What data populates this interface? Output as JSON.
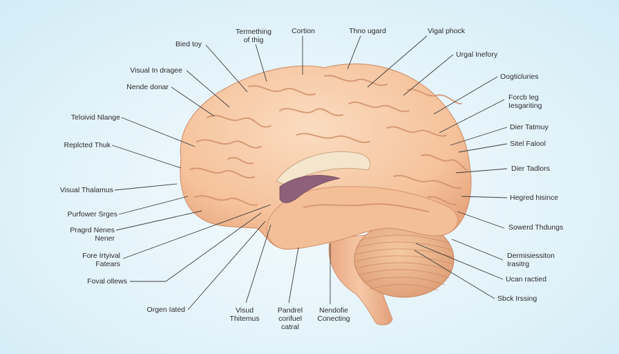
{
  "labels": {
    "top": [
      "Termething\nof thig",
      "Cortion",
      "Thno ugard",
      "Vigal phock"
    ],
    "left": [
      "Bied toy",
      "Visual In dragee",
      "Nende donar",
      "Teloivid Nlange",
      "Replcted Thuk",
      "Visual Thalamus",
      "Purfower Srges",
      "Pragrd Nenes\nNener",
      "Fore Irtyival\nFatears",
      "Foval ollews",
      "Orgen Iated"
    ],
    "right": [
      "Urgal Inefory",
      "Oogticluries",
      "Forcb leg\nIesgariting",
      "Dier Tatmuy",
      "Sitel Falool",
      "Dier Tadlors",
      "Hegred hisince",
      "Sowerd Thdungs",
      "Dermisiessiton\nIrasitrg",
      "Ucan ractied",
      "Sbck Irssing"
    ],
    "bottom": [
      "Visud\nThitemus",
      "Pandrel\ncorifuel\ncatral",
      "Nendofie\nConecting"
    ]
  },
  "colors": {
    "background": "#e3f3fa",
    "cortex": "#f6c9a5",
    "cortex_shadow": "#e1a47c",
    "sulcus": "#d79a73",
    "cerebellum": "#eab18a",
    "brainstem": "#f0b894",
    "corpus_callosum": "#f5ead4",
    "ventricle": "#9c6e86",
    "leader_line": "#3a3a3a",
    "text": "#2b2b2b"
  }
}
